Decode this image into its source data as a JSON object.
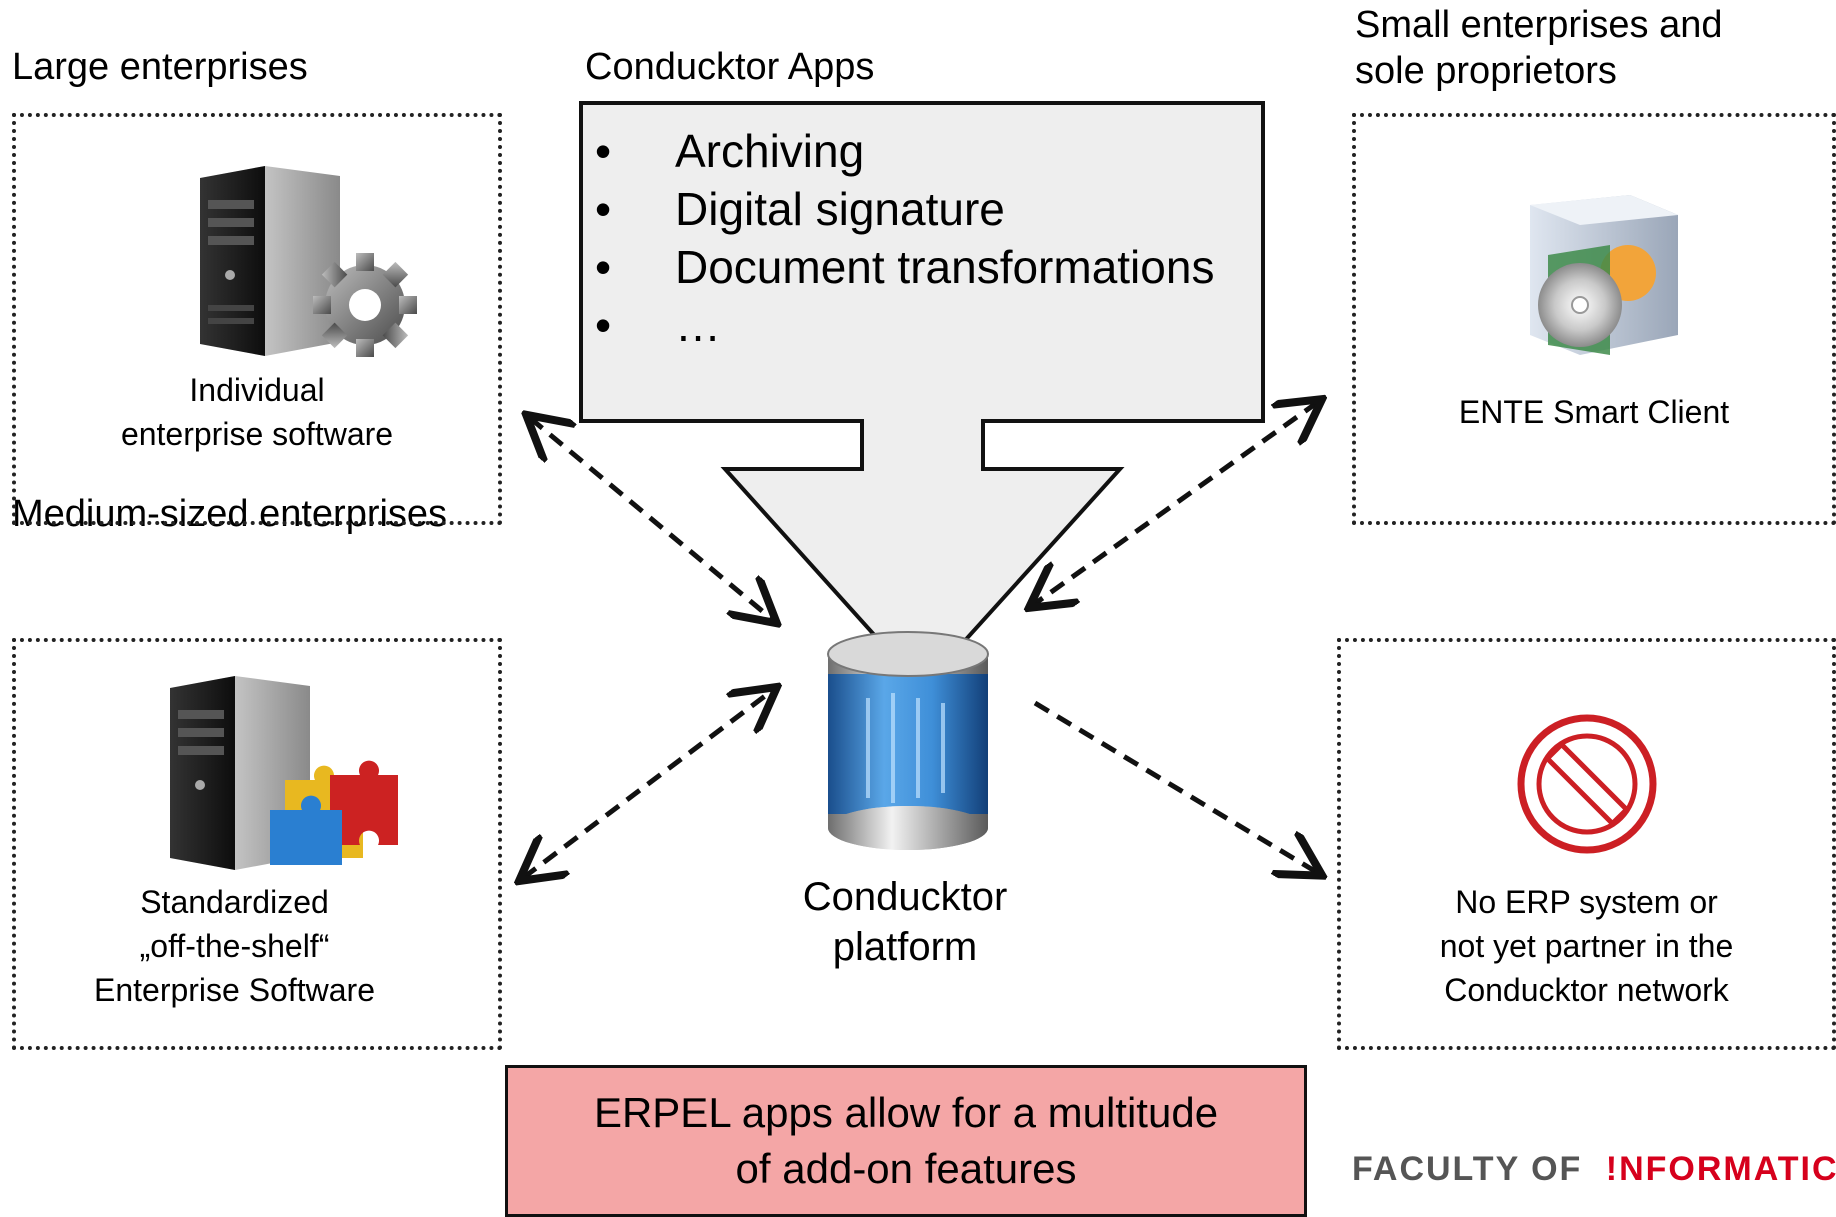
{
  "large": {
    "heading": "Large enterprises",
    "caption_line1": "Individual",
    "caption_line2": "enterprise software"
  },
  "medium": {
    "heading": "Medium-sized enterprises",
    "caption_line1": "Standardized",
    "caption_line2": "„off-the-shelf“",
    "caption_line3": "Enterprise Software"
  },
  "small": {
    "heading_line1": "Small enterprises and",
    "heading_line2": "sole proprietors",
    "caption": "ENTE Smart Client"
  },
  "none": {
    "caption_line1": "No ERP system or",
    "caption_line2": "not yet partner in the",
    "caption_line3": "Conducktor network"
  },
  "apps": {
    "heading": "Conducktor Apps",
    "items": [
      "Archiving",
      "Digital signature",
      "Document transformations",
      "…"
    ]
  },
  "platform": {
    "caption_line1": "Conducktor",
    "caption_line2": "platform"
  },
  "footer": {
    "line1": "ERPEL apps allow for a multitude",
    "line2": "of add-on features"
  },
  "logo": {
    "part1": "FACULTY OF",
    "part2": "!NFORMATICS",
    "color1": "#555555",
    "color2": "#d6001c"
  },
  "colors": {
    "apps_fill": "#eeeeee",
    "footer_fill": "#f4a6a6",
    "no_sign": "#cc1f24"
  }
}
